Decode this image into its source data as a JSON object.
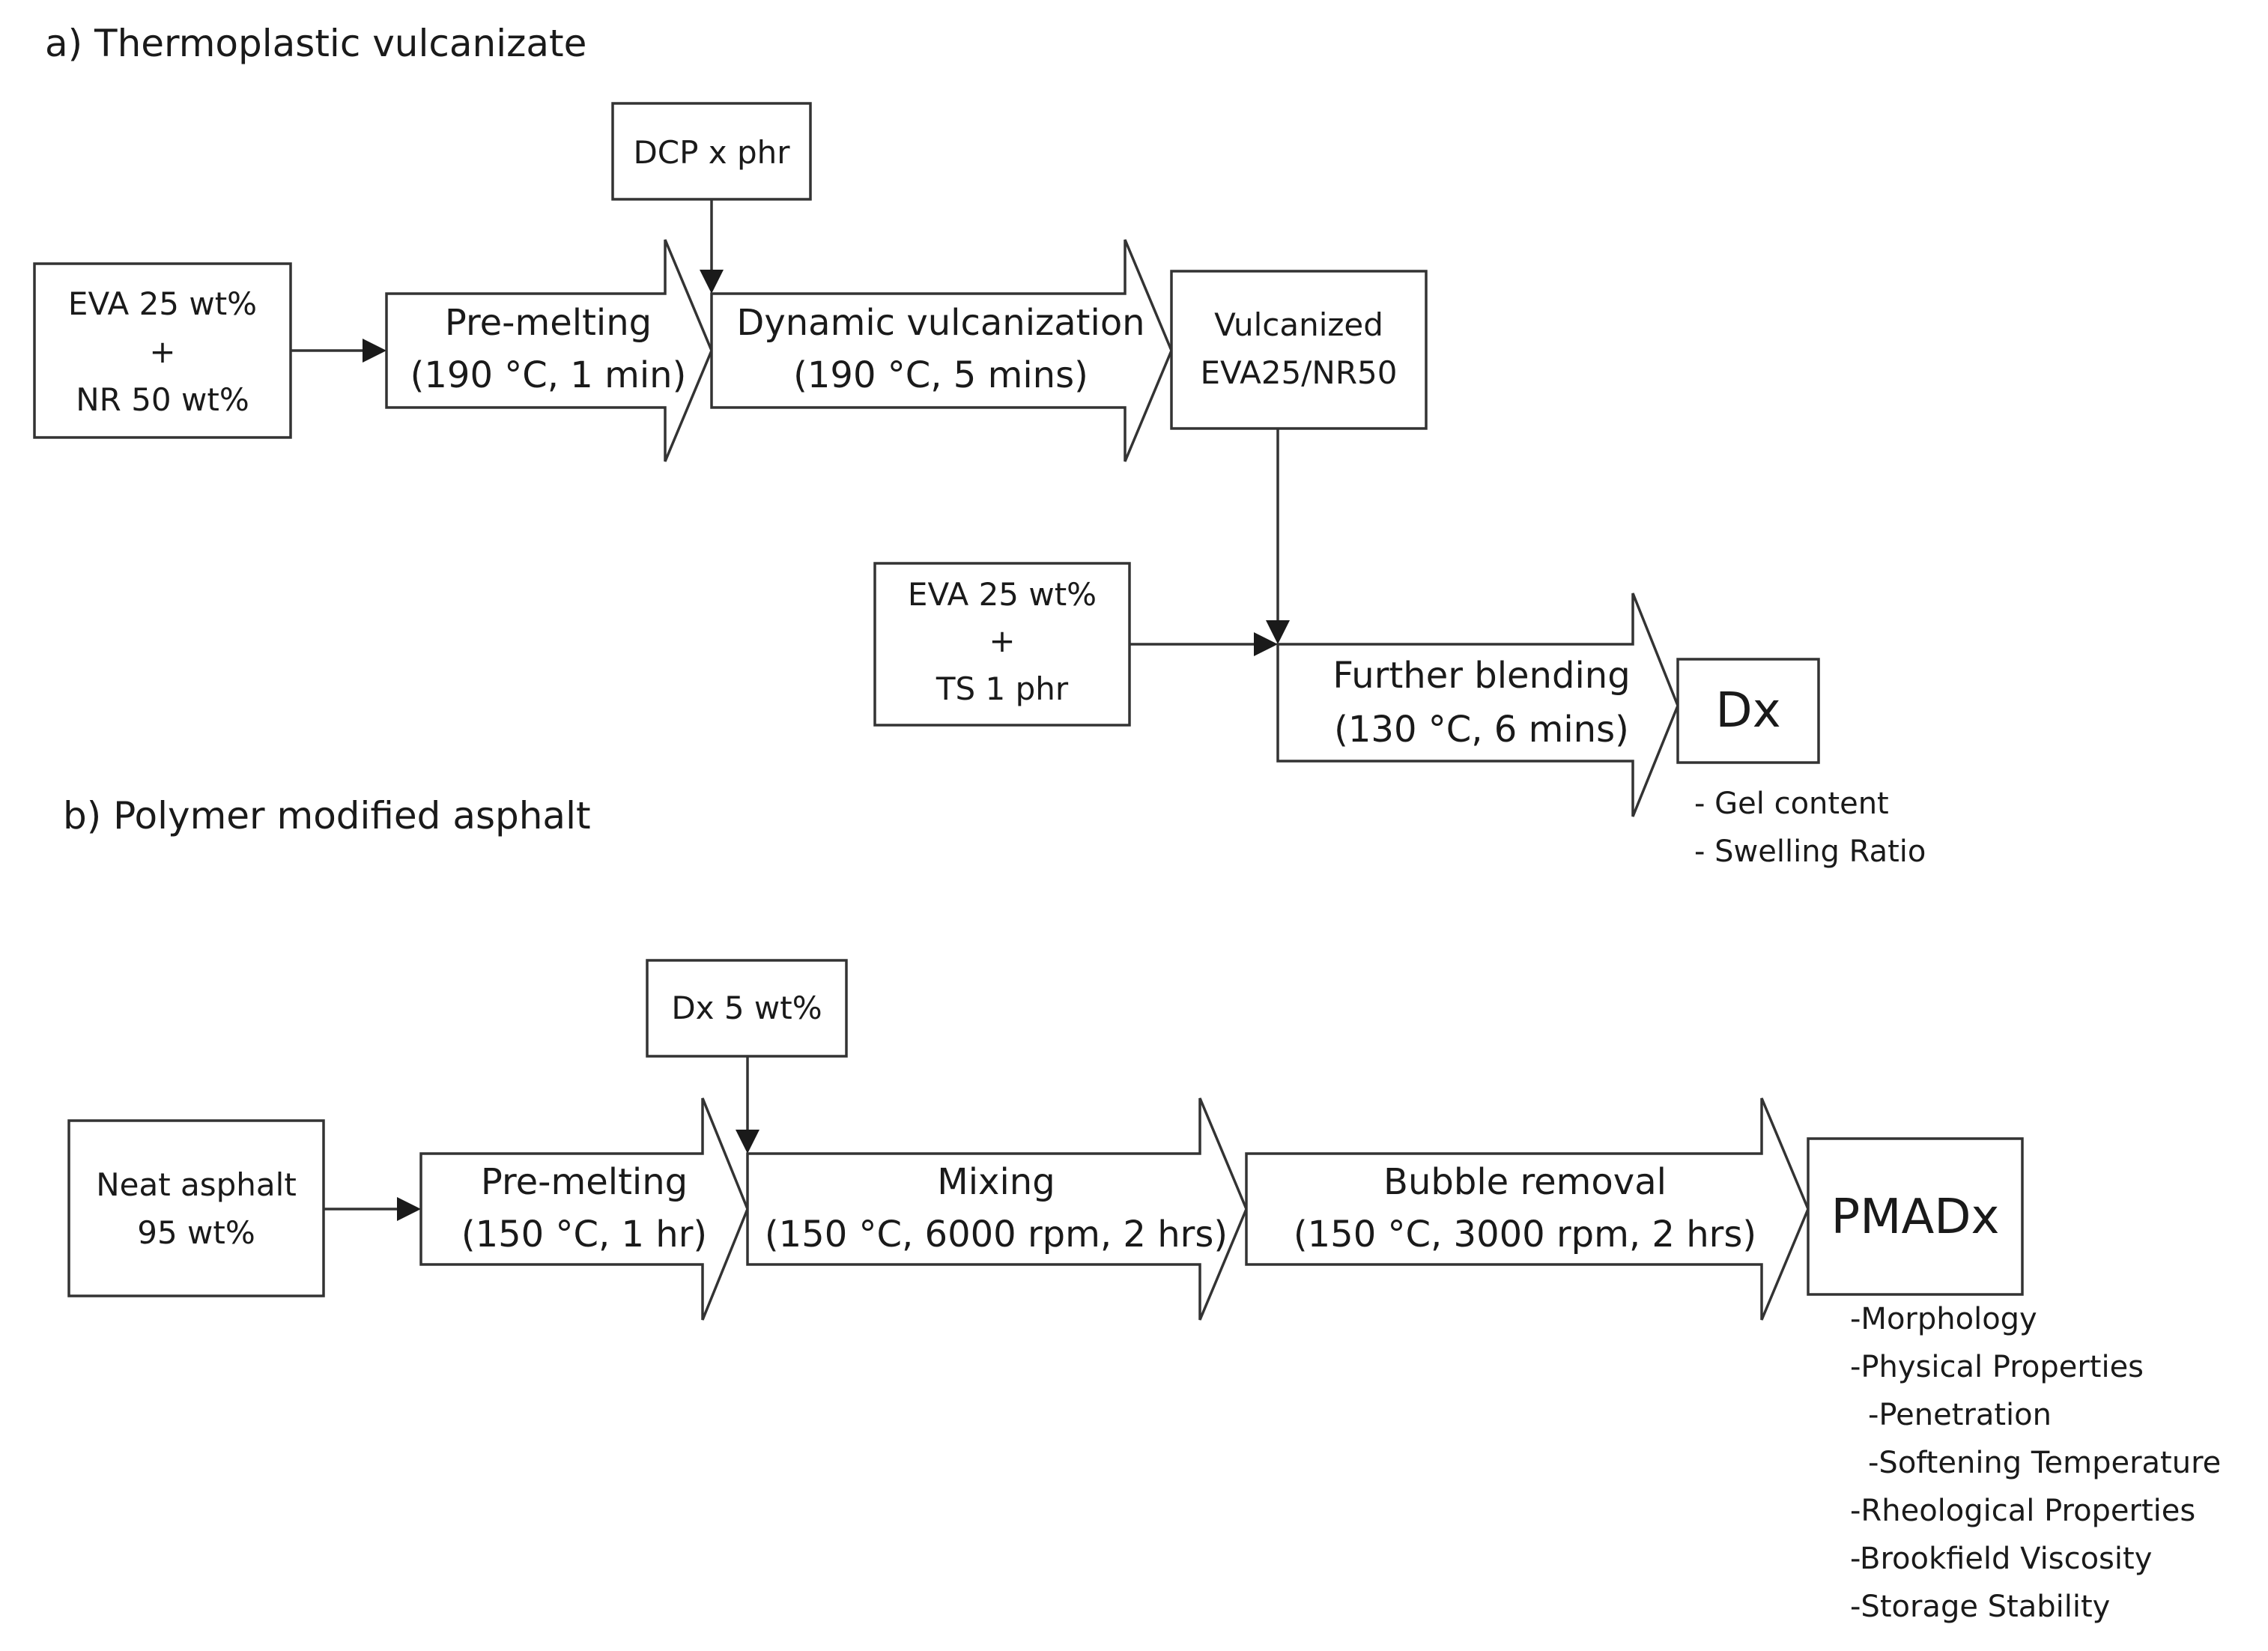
{
  "section_a": {
    "title": "a) Thermoplastic vulcanizate",
    "feed": [
      "EVA 25 wt%",
      "+",
      "NR 50 wt%"
    ],
    "dcp": "DCP x phr",
    "premelt": [
      "Pre-melting",
      "(190 °C, 1 min)"
    ],
    "dynvulc": [
      "Dynamic vulcanization",
      "(190 °C, 5 mins)"
    ],
    "vulcanized": [
      "Vulcanized",
      "EVA25/NR50"
    ],
    "feed2": [
      "EVA 25 wt%",
      "+",
      "TS 1 phr"
    ],
    "further": [
      "Further blending",
      "(130 °C, 6 mins)"
    ],
    "output": "Dx",
    "tests": [
      "- Gel content",
      "- Swelling Ratio"
    ]
  },
  "section_b": {
    "title": "b) Polymer modified asphalt",
    "feed": [
      "Neat asphalt",
      "95 wt%"
    ],
    "additive": "Dx 5 wt%",
    "premelt": [
      "Pre-melting",
      "(150 °C, 1 hr)"
    ],
    "mixing": [
      "Mixing",
      "(150 °C, 6000 rpm, 2 hrs)"
    ],
    "bubble": [
      "Bubble removal",
      "(150 °C, 3000 rpm, 2 hrs)"
    ],
    "output": "PMADx",
    "tests": [
      "-Morphology",
      "-Physical Properties",
      "-Penetration",
      "-Softening Temperature",
      "-Rheological Properties",
      "-Brookfield Viscosity",
      "-Storage Stability"
    ]
  }
}
